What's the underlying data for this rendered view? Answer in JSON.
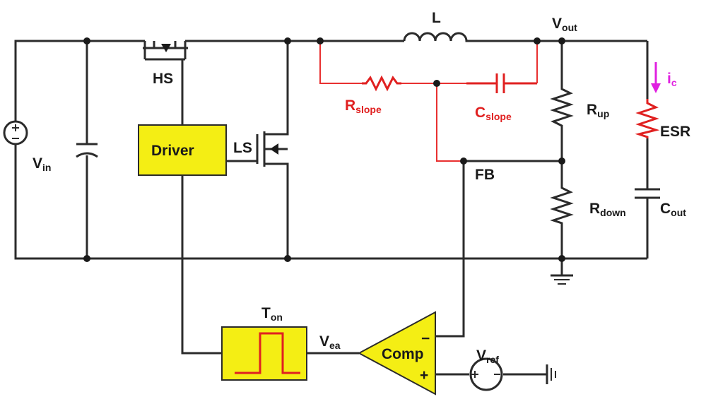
{
  "labels": {
    "L": "L",
    "Vout_main": "V",
    "Vout_sub": "out",
    "HS": "HS",
    "LS": "LS",
    "Driver": "Driver",
    "Vin_main": "V",
    "Vin_sub": "in",
    "Rslope_main": "R",
    "Rslope_sub": "slope",
    "Cslope_main": "C",
    "Cslope_sub": "slope",
    "Rup_main": "R",
    "Rup_sub": "up",
    "ic_main": "i",
    "ic_sub": "c",
    "ESR": "ESR",
    "FB": "FB",
    "Rdown_main": "R",
    "Rdown_sub": "down",
    "Cout_main": "C",
    "Cout_sub": "out",
    "Ton_main": "T",
    "Ton_sub": "on",
    "Vea_main": "V",
    "Vea_sub": "ea",
    "Comp": "Comp",
    "minus": "−",
    "plus": "+",
    "Vref_main": "V",
    "Vref_sub": "ref"
  },
  "colors": {
    "wire": "#2b2b2b",
    "slope_network": "#e02020",
    "current_arrow": "#e020e0",
    "block_fill": "#f4ee14"
  }
}
